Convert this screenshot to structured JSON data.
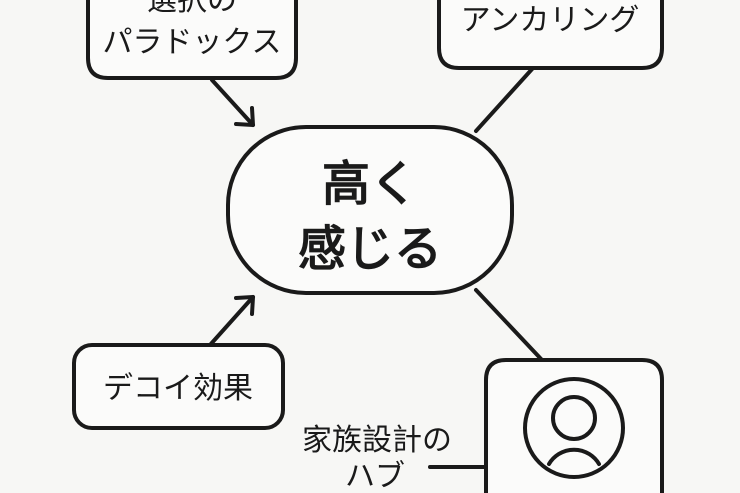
{
  "nodes": {
    "choice_paradox": {
      "line1": "選択の",
      "line2": "パラドックス"
    },
    "anchoring": {
      "label": "アンカリング"
    },
    "center": {
      "line1": "高く",
      "line2": "感じる"
    },
    "decoy": {
      "label": "デコイ効果"
    },
    "family_hub": {
      "line1": "家族設計の",
      "line2": "ハブ",
      "icon": "user-circle-icon"
    }
  },
  "colors": {
    "stroke": "#1a1a1a",
    "background": "#f7f7f5"
  }
}
